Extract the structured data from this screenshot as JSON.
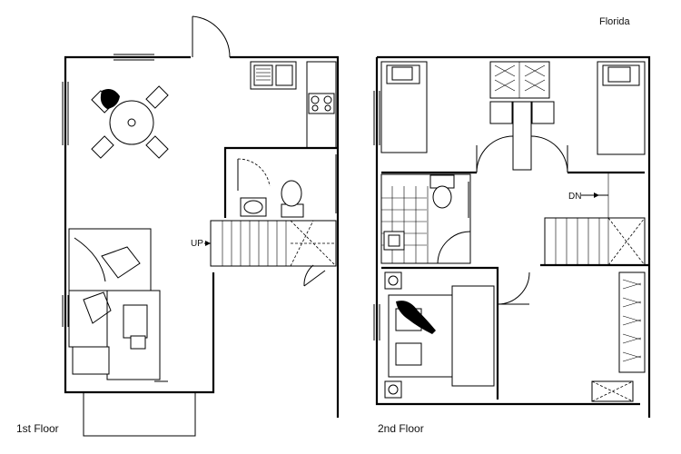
{
  "title": "Florida",
  "floors": [
    {
      "label": "1st Floor",
      "stair_label": "UP"
    },
    {
      "label": "2nd Floor",
      "stair_label": "DN"
    }
  ]
}
